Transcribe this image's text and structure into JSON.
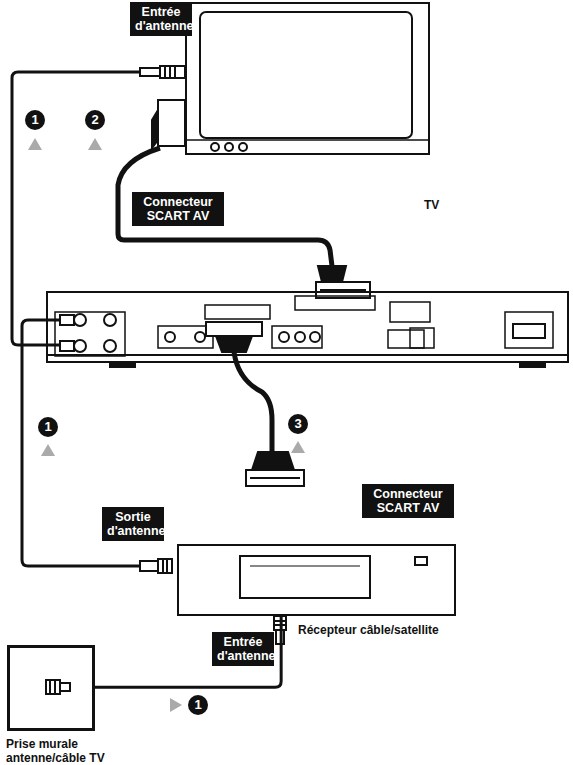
{
  "diagram": {
    "nodes": [
      {
        "text": [
          "TV"
        ]
      },
      {
        "text": [
          "Récepteur câble/satellite"
        ]
      },
      {
        "text": [
          "Prise murale antenne/câble TV"
        ]
      }
    ],
    "edges": [
      {
        "from": 2,
        "to": 1,
        "arrow": "none"
      }
    ],
    "labels": [
      "Entrée d'antenne",
      "Connecteur SCART AV",
      "Sortie d'antenne",
      "Connecteur SCART AV",
      "Entrée d'antenne",
      "1",
      "2",
      "1",
      "3",
      "1"
    ]
  }
}
